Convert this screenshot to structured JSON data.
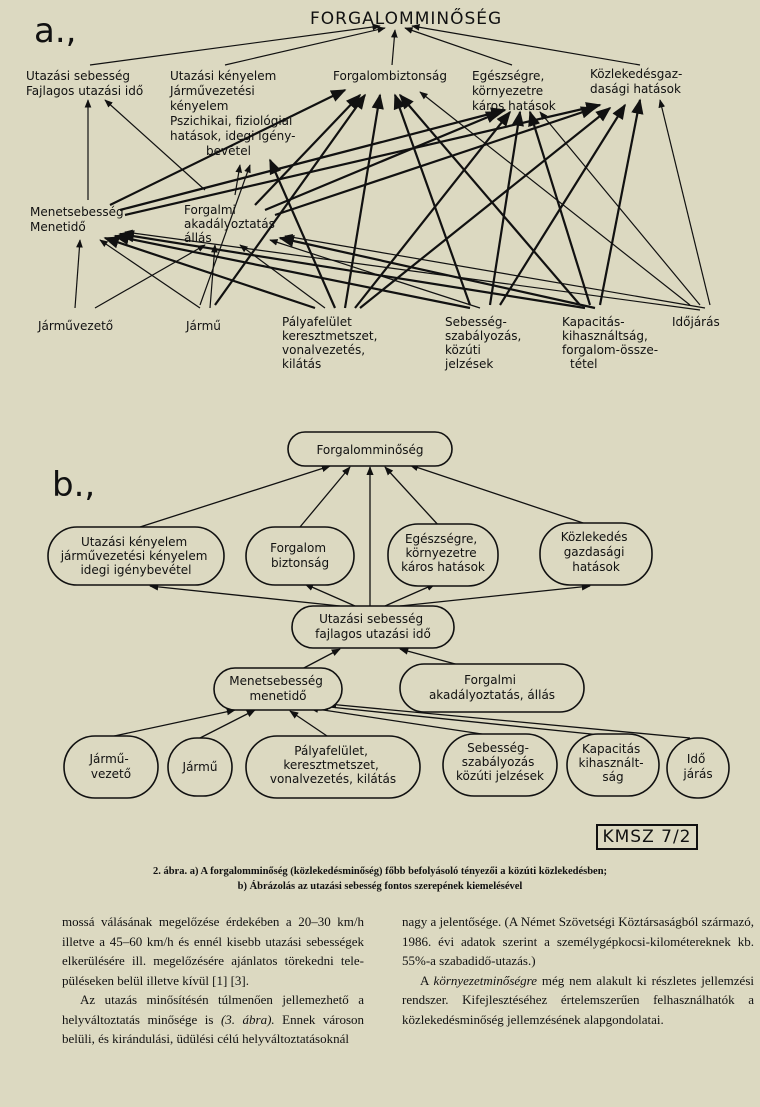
{
  "figure_a": {
    "letter": "a.,",
    "title": "FORGALOMMINŐSÉG",
    "top_nodes": [
      {
        "lines": [
          "Utazási sebesség",
          "Fajlagos utazási idő"
        ]
      },
      {
        "lines": [
          "Utazási kényelem",
          "Járművezetési",
          "kényelem",
          "Pszichikai, fiziológiai",
          "hatások, idegi igény-",
          "bevétel"
        ]
      },
      {
        "lines": [
          "Forgalombiztonság"
        ]
      },
      {
        "lines": [
          "Egészségre,",
          "környezetre",
          "káros hatások"
        ]
      },
      {
        "lines": [
          "Közlekedésgaz-",
          "dasági hatások"
        ]
      }
    ],
    "mid_nodes": [
      {
        "lines": [
          "Menetsebesség",
          "Menetidő"
        ]
      },
      {
        "lines": [
          "Forgalmi",
          "akadályoztatás",
          "állás"
        ]
      }
    ],
    "bottom_nodes": [
      {
        "lines": [
          "Járművezető"
        ]
      },
      {
        "lines": [
          "Jármű"
        ]
      },
      {
        "lines": [
          "Pályafelület",
          "keresztmetszet,",
          "vonalvezetés,",
          "kilátás"
        ]
      },
      {
        "lines": [
          "Sebesség-",
          "szabályozás,",
          "közúti",
          "jelzések"
        ]
      },
      {
        "lines": [
          "Kapacitás-",
          "kihasználtság,",
          "forgalom-össze-",
          "tétel"
        ]
      },
      {
        "lines": [
          "Időjárás"
        ]
      }
    ]
  },
  "figure_b": {
    "letter": "b.,",
    "top": {
      "lines": [
        "Forgalomminőség"
      ]
    },
    "level2": [
      {
        "lines": [
          "Utazási kényelem",
          "járművezetési kényelem",
          "idegi igénybevétel"
        ]
      },
      {
        "lines": [
          "Forgalom",
          "biztonság"
        ]
      },
      {
        "lines": [
          "Egészségre,",
          "környezetre",
          "káros hatások"
        ]
      },
      {
        "lines": [
          "Közlekedés",
          "gazdasági",
          "hatások"
        ]
      }
    ],
    "level3": {
      "lines": [
        "Utazási sebesség",
        "fajlagos utazási idő"
      ]
    },
    "level4": [
      {
        "lines": [
          "Menetsebesség",
          "menetidő"
        ]
      },
      {
        "lines": [
          "Forgalmi",
          "akadályoztatás, állás"
        ]
      }
    ],
    "level5": [
      {
        "lines": [
          "Jármű-",
          "vezető"
        ]
      },
      {
        "lines": [
          "Jármű"
        ]
      },
      {
        "lines": [
          "Pályafelület,",
          "keresztmetszet,",
          "vonalvezetés, kilátás"
        ]
      },
      {
        "lines": [
          "Sebesség-",
          "szabályozás",
          "közúti jelzések"
        ]
      },
      {
        "lines": [
          "Kapacitás",
          "kihasznált-",
          "ság"
        ]
      },
      {
        "lines": [
          "Idő",
          "járás"
        ]
      }
    ]
  },
  "stamp": "KMSZ 7/2",
  "caption": {
    "line1": "2. ábra. a)  A forgalomminőség (közlekedésminőség) főbb befolyásoló tényezői a közúti közlekedésben;",
    "line2": "b)  Ábrázolás az utazási sebesség fontos szerepének kiemelésével"
  },
  "text": {
    "left_p1": "mossá válásának megelőzése érdekében a 20–30 km/h illetve a 45–60 km/h és ennél kisebb utazási sebességek elkerülésére ill. megelőzésére ajánlatos törekedni tele­püléseken belül illetve kívül [1] [3].",
    "left_p2_a": "Az utazás minősítésén túlmenően jellemezhető a helyváltoztatás minősége is ",
    "left_p2_ref": "(3. ábra).",
    "left_p2_b": " Ennek városon belüli, és kirándulási, üdülési célú helyváltoztatásoknál",
    "right_p1": "nagy a jelentősége. (A Német Szövetségi Köztársaság­ból származó, 1986. évi adatok szerint a személygépko­csi-kilométereknek kb. 55%-a szabadidő-utazás.)",
    "right_p2_a": "A ",
    "right_p2_em": "környezetminőségre",
    "right_p2_b": " még nem alakult ki részletes jellemzési rendszer. Kifejlesztéséhez értelemszerűen felhasználhatók a közlekedésminőség jellemzésének alapgondolatai."
  }
}
